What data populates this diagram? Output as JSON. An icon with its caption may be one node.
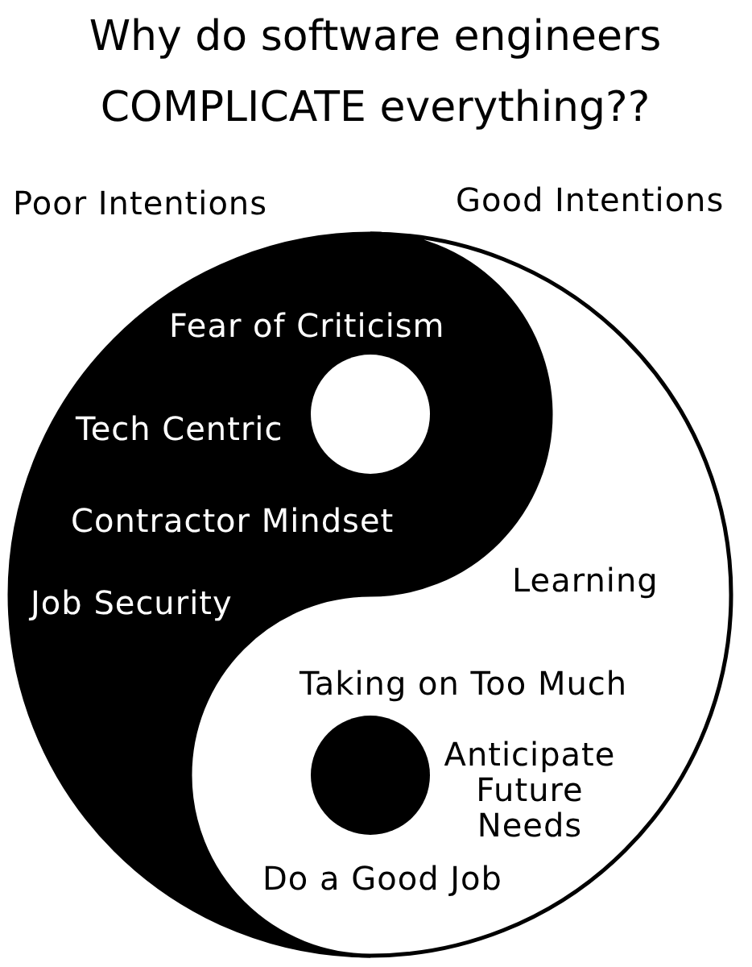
{
  "diagram": {
    "title": "Why do software engineers COMPLICATE everything??",
    "nodes": [
      {
        "text": [
          "Fear of Criticism",
          "Tech Centric",
          "Contractor Mindset",
          "Job Security"
        ]
      },
      {
        "text": [
          "Learning",
          "Taking on Too Much",
          "Anticipate Future Needs",
          "Do a Good Job"
        ]
      }
    ],
    "labels": [
      "Poor Intentions",
      "Good Intentions"
    ]
  }
}
